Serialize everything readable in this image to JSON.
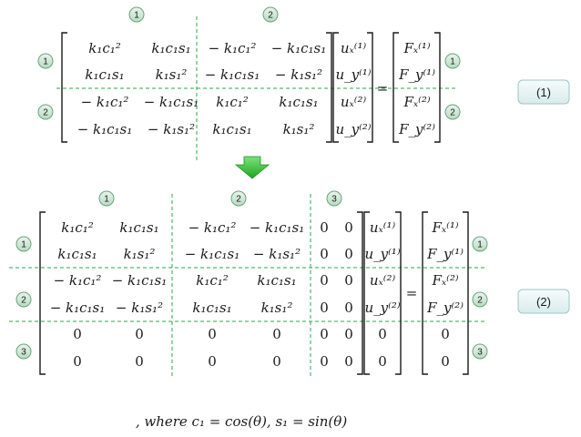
{
  "badges": [
    "1",
    "2",
    "3"
  ],
  "labels": {
    "eq1": "(1)",
    "eq2": "(2)",
    "equals": "=",
    "where": ", where  c₁ = cos(θ),  s₁ = sin(θ)"
  },
  "cells": {
    "k11c": "k₁c₁²",
    "k11cs": "k₁c₁s₁",
    "k11s": "k₁s₁²",
    "nk11c": "− k₁c₁²",
    "nk11cs": "− k₁c₁s₁",
    "nk11s": "− k₁s₁²",
    "zero": "0",
    "ux1": "uₓ⁽¹⁾",
    "uy1": "u_y⁽¹⁾",
    "ux2": "uₓ⁽²⁾",
    "uy2": "u_y⁽²⁾",
    "Fx1": "Fₓ⁽¹⁾",
    "Fy1": "F_y⁽¹⁾",
    "Fx2": "Fₓ⁽²⁾",
    "Fy2": "F_y⁽²⁾"
  },
  "matrix1": [
    [
      "k11c",
      "k11cs",
      "nk11c",
      "nk11cs"
    ],
    [
      "k11cs",
      "k11s",
      "nk11cs",
      "nk11s"
    ],
    [
      "nk11c",
      "nk11cs",
      "k11c",
      "k11cs"
    ],
    [
      "nk11cs",
      "nk11s",
      "k11cs",
      "k11s"
    ]
  ],
  "vector_u1": [
    "ux1",
    "uy1",
    "ux2",
    "uy2"
  ],
  "vector_F1": [
    "Fx1",
    "Fy1",
    "Fx2",
    "Fy2"
  ],
  "matrix2": [
    [
      "k11c",
      "k11cs",
      "nk11c",
      "nk11cs",
      "zero",
      "zero"
    ],
    [
      "k11cs",
      "k11s",
      "nk11cs",
      "nk11s",
      "zero",
      "zero"
    ],
    [
      "nk11c",
      "nk11cs",
      "k11c",
      "k11cs",
      "zero",
      "zero"
    ],
    [
      "nk11cs",
      "nk11s",
      "k11cs",
      "k11s",
      "zero",
      "zero"
    ],
    [
      "zero",
      "zero",
      "zero",
      "zero",
      "zero",
      "zero"
    ],
    [
      "zero",
      "zero",
      "zero",
      "zero",
      "zero",
      "zero"
    ]
  ],
  "vector_u2": [
    "ux1",
    "uy1",
    "ux2",
    "uy2",
    "zero",
    "zero"
  ],
  "vector_F2": [
    "Fx1",
    "Fy1",
    "Fx2",
    "Fy2",
    "zero",
    "zero"
  ],
  "colors": {
    "badge_fill": "#cfe8d6",
    "badge_stroke": "#6aa37a",
    "dash": "#2aa84a",
    "arrow": "#2dba2d",
    "label_box": "#e8f4f4",
    "label_stroke": "#9fc4c4"
  }
}
